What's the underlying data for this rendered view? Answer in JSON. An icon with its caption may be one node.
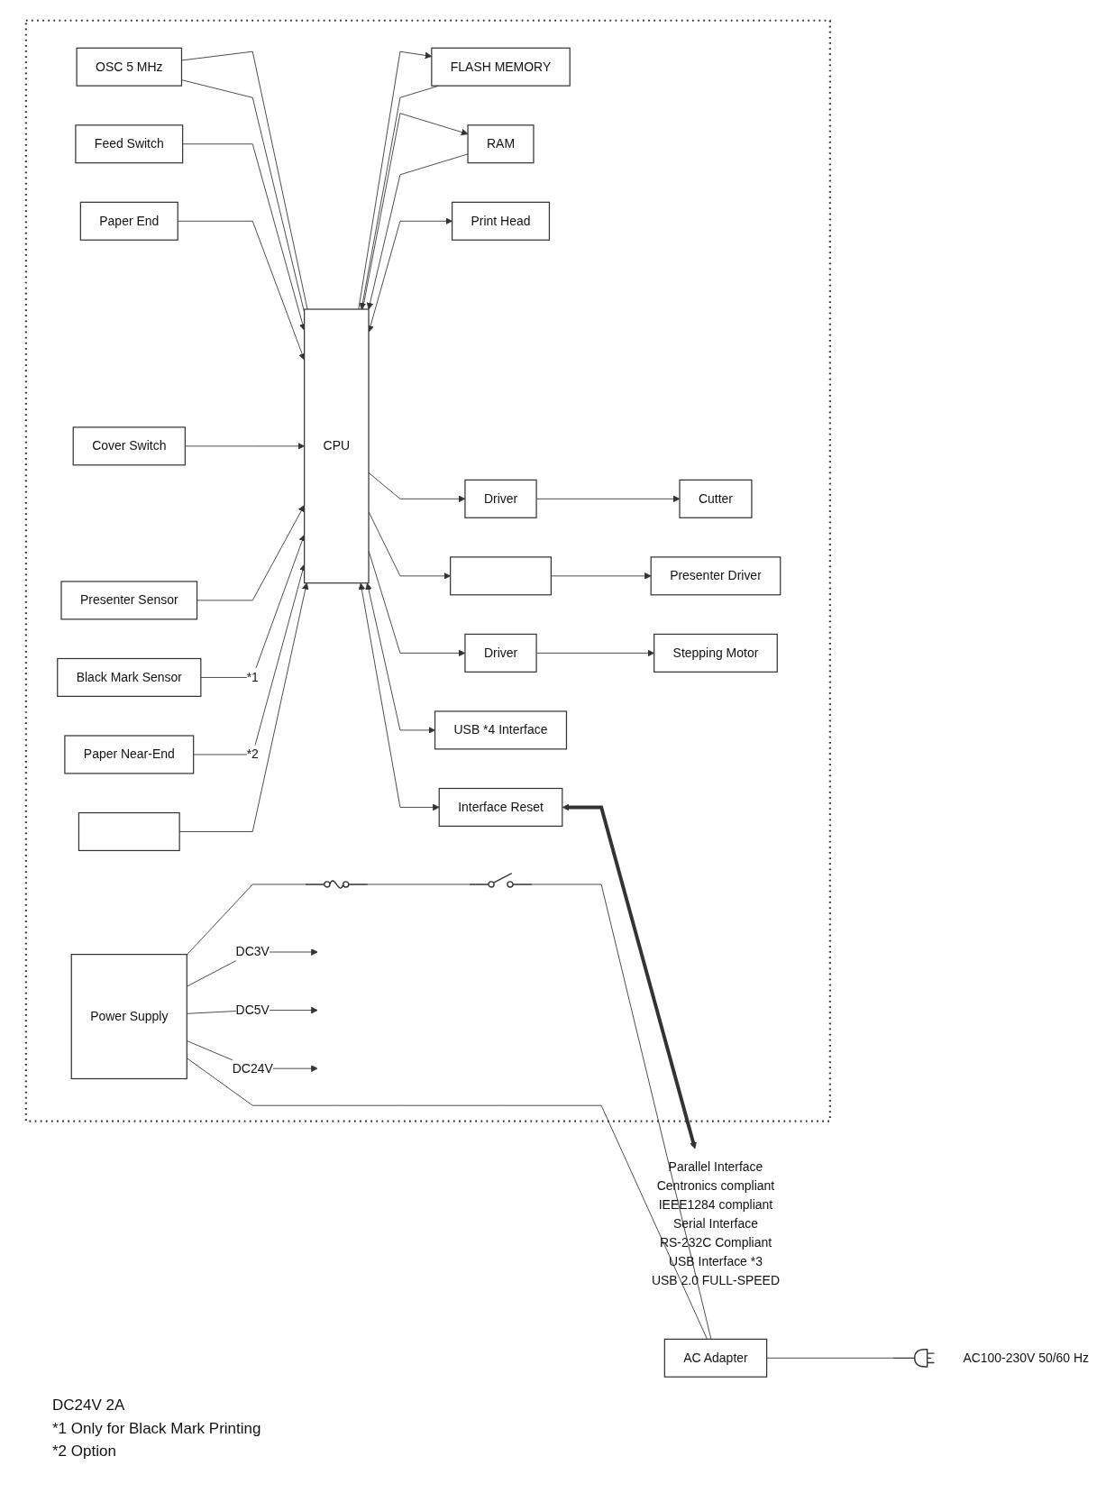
{
  "diagram": {
    "nodes": [
      {
        "text": [],
        "shape": "box"
      },
      {
        "text": [
          "OSC 5 MHz"
        ],
        "in": 0
      },
      {
        "text": [
          "FLASH MEMORY"
        ],
        "in": 0
      },
      {
        "text": [
          "RAM"
        ],
        "in": 0
      },
      {
        "text": [
          "CPU"
        ],
        "in": 0
      },
      {
        "text": [
          "Feed Switch"
        ],
        "in": 0
      },
      {
        "text": [
          "Print Head"
        ],
        "in": 0
      },
      {
        "text": [
          "Cutter"
        ],
        "in": 0
      },
      {
        "text": [
          "Driver"
        ],
        "in": 0
      },
      {
        "text": [
          "Paper End"
        ],
        "in": 0
      },
      {
        "text": [
          "Cover Switch"
        ],
        "in": 0
      },
      {
        "text": [
          "Presenter Driver"
        ],
        "in": 0
      },
      {
        "text": [],
        "shape": "box",
        "in": 0
      },
      {
        "text": [
          "Presenter Sensor"
        ],
        "in": 0
      },
      {
        "text": [
          "Stepping Motor"
        ],
        "in": 0
      },
      {
        "text": [
          "Driver"
        ],
        "in": 0
      },
      {
        "text": [
          "Black Mark Sensor"
        ],
        "in": 0
      },
      {
        "text": [
          "Paper Near-End"
        ],
        "in": 0
      },
      {
        "text": [
          "USB *4 Interface"
        ],
        "in": 0
      },
      {
        "text": [
          "Interface Reset"
        ],
        "in": 0
      },
      {
        "text": [],
        "shape": "box",
        "in": 0
      },
      {
        "text": [
          "Power Supply"
        ],
        "in": 0
      },
      {
        "text": [],
        "shape": "fuse",
        "in": 0
      },
      {
        "text": [],
        "shape": "switch",
        "in": 0
      },
      {
        "text": [
          "Parallel Interface",
          "Centronics compliant",
          "IEEE1284 compliant",
          "Serial Interface",
          "RS-232C Compliant",
          "USB Interface *3",
          "USB 2.0 FULL-SPEED"
        ]
      },
      {
        "text": [
          "AC Adapter"
        ]
      },
      {
        "text": [],
        "shape": "plug",
        "beside": [
          "AC100-230V 50/60 Hz"
        ]
      }
    ],
    "edges": [
      {
        "from": 1,
        "to": 4,
        "arrow": "none"
      },
      {
        "from": 1,
        "to": 4,
        "arrow": "none"
      },
      {
        "from": 4,
        "to": 2,
        "arrow": "to"
      },
      {
        "from": 4,
        "to": 3,
        "arrow": "to"
      },
      {
        "from": 2,
        "to": 4,
        "arrow": "to"
      },
      {
        "from": 3,
        "to": 4,
        "arrow": "to"
      },
      {
        "from": 5,
        "to": 4,
        "arrow": "to"
      },
      {
        "from": 4,
        "to": 6,
        "arrow": "both"
      },
      {
        "from": 4,
        "to": 8,
        "arrow": "to"
      },
      {
        "from": 8,
        "to": 7,
        "arrow": "to"
      },
      {
        "from": 4,
        "to": 12,
        "arrow": "to"
      },
      {
        "from": 12,
        "to": 11,
        "arrow": "to"
      },
      {
        "from": 9,
        "to": 4,
        "arrow": "to"
      },
      {
        "from": 10,
        "to": 4,
        "arrow": "to"
      },
      {
        "from": 13,
        "to": 4,
        "arrow": "to"
      },
      {
        "from": 4,
        "to": 15,
        "arrow": "to"
      },
      {
        "from": 15,
        "to": 14,
        "arrow": "to"
      },
      {
        "from": 16,
        "to": 4,
        "arrow": "to",
        "label": "*1"
      },
      {
        "from": 17,
        "to": 4,
        "arrow": "to",
        "label": "*2"
      },
      {
        "from": 4,
        "to": 18,
        "arrow": "both"
      },
      {
        "from": 4,
        "to": 19,
        "arrow": "both"
      },
      {
        "from": 20,
        "to": 4,
        "arrow": "to"
      },
      {
        "from": 21,
        "to": null,
        "arrow": "to",
        "label": "DC3V"
      },
      {
        "from": 21,
        "to": null,
        "arrow": "to",
        "label": "DC5V"
      },
      {
        "from": 21,
        "to": null,
        "arrow": "to",
        "label": "DC24V"
      },
      {
        "from": 21,
        "to": 22,
        "arrow": "none"
      },
      {
        "from": 22,
        "to": 23,
        "arrow": "none"
      },
      {
        "from": 23,
        "to": 25,
        "arrow": "none"
      },
      {
        "from": 21,
        "to": 25,
        "arrow": "none"
      },
      {
        "from": 19,
        "to": 24,
        "arrow": "both",
        "style": "thick"
      },
      {
        "from": 25,
        "to": 26,
        "arrow": "none"
      }
    ],
    "labels": [
      "DC24V 2A",
      "*1 Only for Black Mark Printing",
      "*2 Option"
    ]
  }
}
